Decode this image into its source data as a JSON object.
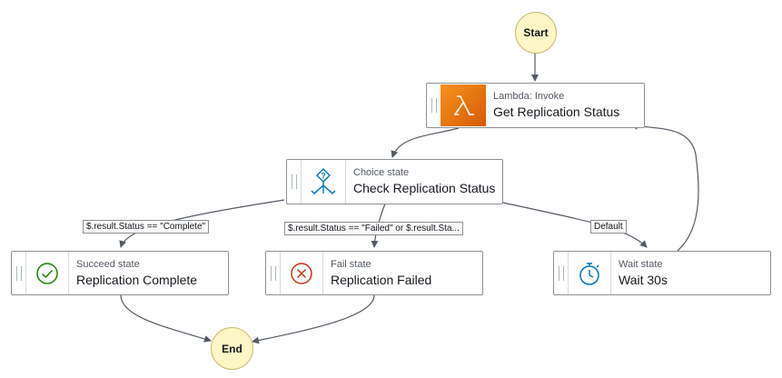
{
  "terminals": {
    "start": "Start",
    "end": "End"
  },
  "states": {
    "get_status": {
      "type": "Lambda: Invoke",
      "name": "Get Replication Status",
      "icon": "lambda-icon"
    },
    "check_status": {
      "type": "Choice state",
      "name": "Check Replication Status",
      "icon": "choice-icon"
    },
    "complete": {
      "type": "Succeed state",
      "name": "Replication Complete",
      "icon": "check-circle-icon"
    },
    "failed": {
      "type": "Fail state",
      "name": "Replication Failed",
      "icon": "x-circle-icon"
    },
    "wait": {
      "type": "Wait state",
      "name": "Wait 30s",
      "icon": "stopwatch-icon"
    }
  },
  "edge_labels": {
    "complete": "$.result.Status == \"Complete\"",
    "failed": "$.result.Status == \"Failed\" or $.result.Sta...",
    "default": "Default"
  },
  "colors": {
    "terminal_fill": "#fdf6c6",
    "lambda_orange": "#e8730f",
    "success_green": "#1d8102",
    "fail_red": "#d13212",
    "link_blue": "#0073bb"
  }
}
